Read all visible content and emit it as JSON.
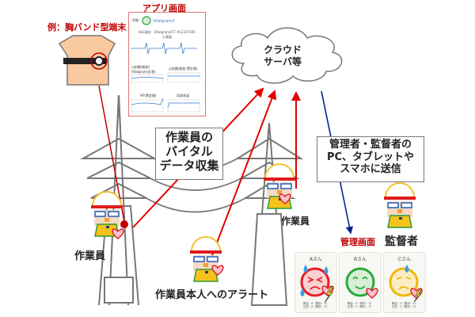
{
  "labels": {
    "device_example": "例：胸バンド型端末",
    "app_screen": "アプリ画面",
    "cloud": [
      "クラウド",
      "サーバ等"
    ],
    "vital_collection": [
      "作業員の",
      "バイタル",
      "データ収集"
    ],
    "send_to": [
      "管理者・監督者の",
      "PC、タブレットや",
      "スマホに送信"
    ],
    "worker_left": "作業員",
    "worker_right": "作業員",
    "worker_alert": "作業員本人へのアラート",
    "admin_screen": "管理画面",
    "supervisor": "監督者"
  },
  "app_screen": {
    "status_label": "状態：",
    "app_name": "Vitalgram2",
    "device_line": "BLE端末：Vitalgram2CT #12317095",
    "chart_title_ecg": "心電図",
    "chart_title_hr": "心拍数(脈拍) Vitalgram(計測)",
    "chart_title_hr2": "心拍数(脈拍 累計値)",
    "chart_title_hf": "HF(累会値)",
    "chart_title_temp": "深部体温"
  },
  "admin_cards": [
    {
      "name": "Aさん",
      "state": "alert",
      "color": "#e81c24",
      "stats": [
        "警告：8（累計：0）",
        "注意：8（累計：0）"
      ]
    },
    {
      "name": "Bさん",
      "state": "normal",
      "color": "#2ca73c",
      "stats": [
        "警告：0（累計：0）",
        "注意：0（累計：0）"
      ]
    },
    {
      "name": "Cさん",
      "state": "caution",
      "color": "#f2b705",
      "stats": [
        "警告：0（累計：0）",
        "注意：2（累計：0）"
      ]
    }
  ],
  "colors": {
    "upload_arrow": "#e00000",
    "download_arrow": "#00288c",
    "device_highlight": "#c00000",
    "label_red": "#c00000"
  }
}
